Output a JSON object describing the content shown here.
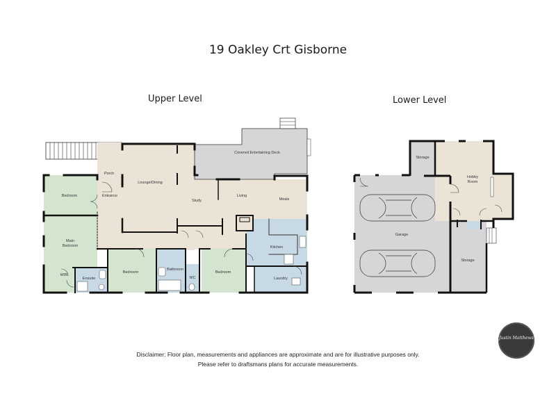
{
  "title": "19 Oakley Crt Gisborne",
  "levels": {
    "upper": {
      "label": "Upper Level"
    },
    "lower": {
      "label": "Lower Level"
    }
  },
  "rooms": {
    "upper": {
      "porch": "Porch",
      "entrance": "Entrance",
      "lounge_dining": "Lounge/Dining",
      "covered_deck": "Covered Entertaining Deck",
      "study": "Study",
      "living": "Living",
      "meals": "Meals",
      "bedroom_1": "Bedroom",
      "main_bedroom_line1": "Main",
      "main_bedroom_line2": "Bedroom",
      "wir": "WIR",
      "ensuite": "Ensuite",
      "bedroom_2": "Bedroom",
      "bathroom": "Bathroom",
      "wc": "WC",
      "bedroom_3": "Bedroom",
      "kitchen": "Kitchen",
      "laundry": "Laundry"
    },
    "lower": {
      "storage_top": "Storage",
      "hobby_line1": "Hobby",
      "hobby_line2": "Room",
      "garage": "Garage",
      "storage_bottom": "Storage"
    }
  },
  "colors": {
    "living": "#ebe4d6",
    "bedroom": "#d4e5cf",
    "wet": "#c8d9e6",
    "outdoor": "#d6d6d8",
    "wall": "#111111"
  },
  "disclaimer": {
    "line1": "Disclaimer: Floor plan, measurements and appliances are approximate and are for illustrative purposes only.",
    "line2": "Please refer to draftsmans plans for accurate measurements."
  },
  "logo": {
    "text": "Justin Matthews"
  }
}
